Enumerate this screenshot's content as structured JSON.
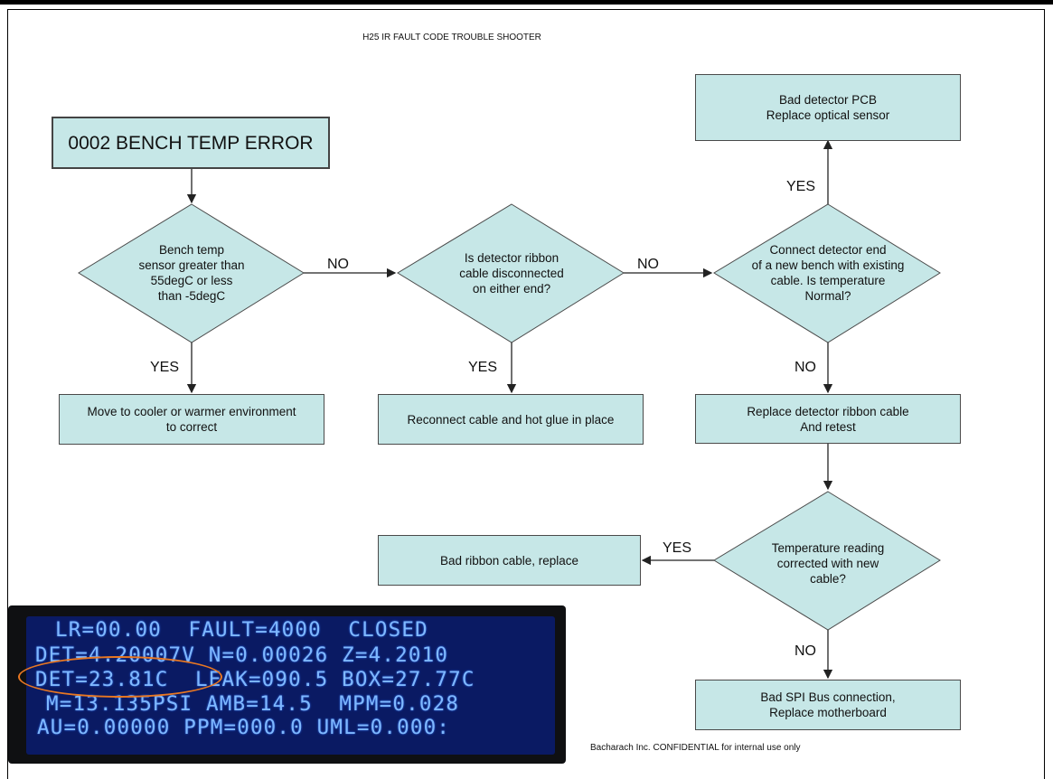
{
  "title": "H25 IR FAULT CODE TROUBLE SHOOTER",
  "nodes": {
    "start": "0002 BENCH TEMP ERROR",
    "d1": "Bench temp\nsensor greater than\n55degC or less\nthan -5degC",
    "d2": "Is detector ribbon\ncable disconnected\non either end?",
    "d3": "Connect detector end\nof a new bench with existing\ncable. Is temperature\nNormal?",
    "d4": "Temperature reading\ncorrected with new\ncable?",
    "b1": "Move to cooler or warmer environment\nto correct",
    "b2": "Reconnect cable and hot glue in place",
    "b3": "Bad detector PCB\nReplace optical sensor",
    "b4": "Replace detector ribbon cable\nAnd retest",
    "b5": "Bad ribbon cable, replace",
    "b6": "Bad SPI Bus connection,\nReplace motherboard"
  },
  "labels": {
    "no1": "NO",
    "no2": "NO",
    "yes1": "YES",
    "yes2": "YES",
    "yes3": "YES",
    "no3": "NO",
    "yes4": "YES",
    "no4": "NO"
  },
  "lcd": {
    "line1": "LR=00.00  FAULT=4000  CLOSED",
    "line2": "DET=4.20007V N=0.00026 Z=4.2010",
    "line3": "DET=23.81C  LEAK=090.5 BOX=27.77C",
    "line4": "M=13.135PSI AMB=14.5  MPM=0.028",
    "line5": "AU=0.00000 PPM=000.0 UML=0.000:"
  },
  "footer": "Bacharach Inc. CONFIDENTIAL for internal use only",
  "colors": {
    "box_fill": "#c6e7e7",
    "lcd_bg": "#0a1a63",
    "lcd_text": "#7fb8ff",
    "highlight": "#e87722"
  }
}
